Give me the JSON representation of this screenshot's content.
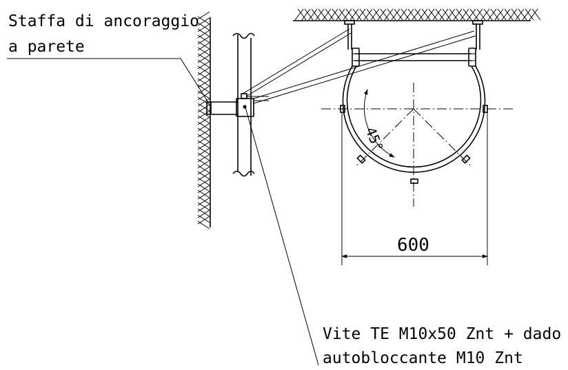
{
  "labels": {
    "wall_bracket_line1": "Staffa di ancoraggio",
    "wall_bracket_line2": "a parete",
    "angle": "45°",
    "dimension": "600",
    "screw_line1": "Vite TE M10x50 Znt + dado",
    "screw_line2": "autobloccante M10 Znt"
  }
}
